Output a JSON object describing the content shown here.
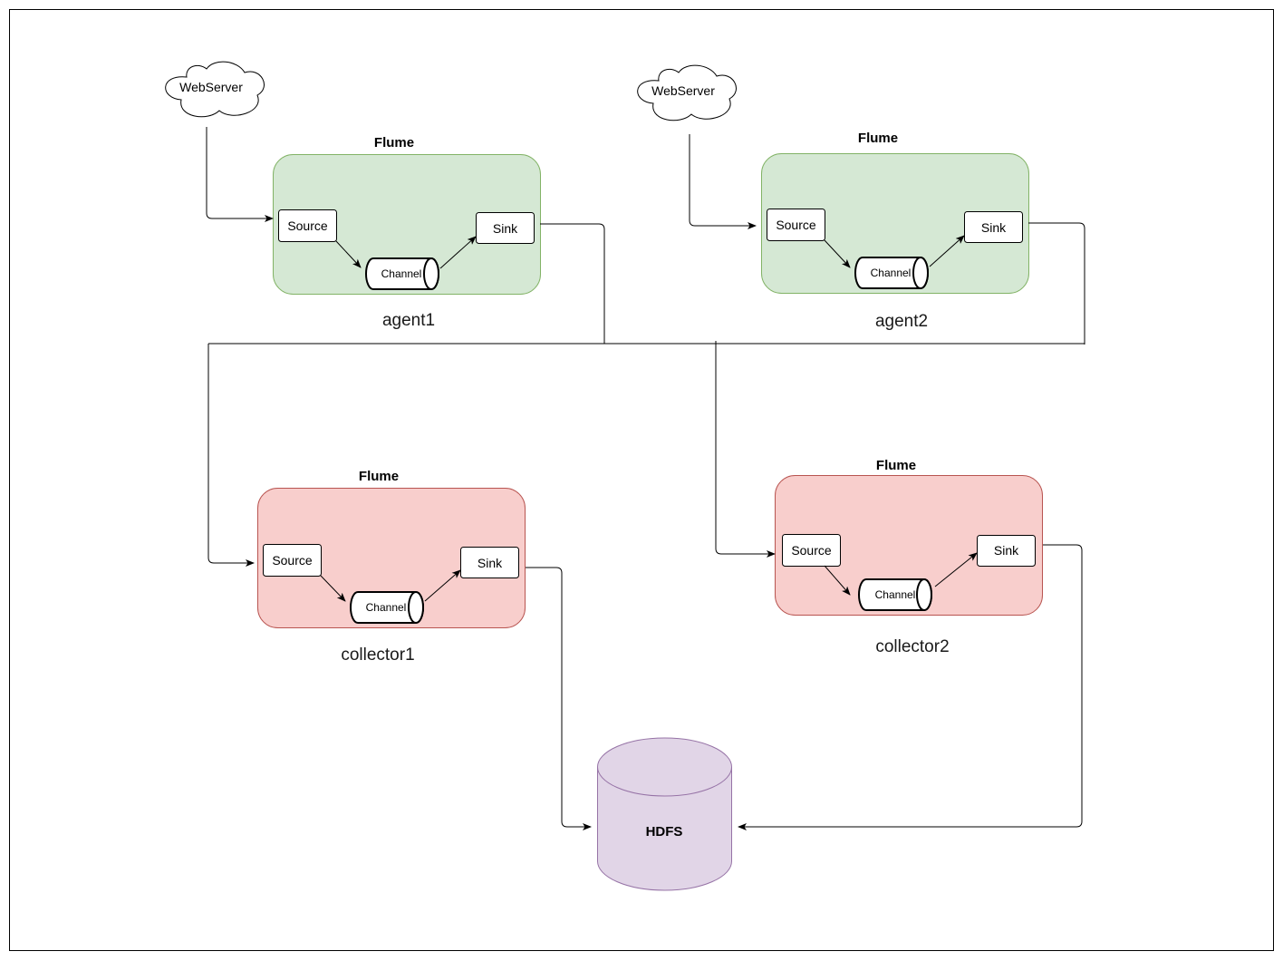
{
  "nodes": {
    "webserver1": "WebServer",
    "webserver2": "WebServer",
    "agent1": {
      "header": "Flume",
      "source": "Source",
      "channel": "Channel",
      "sink": "Sink",
      "caption": "agent1"
    },
    "agent2": {
      "header": "Flume",
      "source": "Source",
      "channel": "Channel",
      "sink": "Sink",
      "caption": "agent2"
    },
    "collector1": {
      "header": "Flume",
      "source": "Source",
      "channel": "Channel",
      "sink": "Sink",
      "caption": "collector1"
    },
    "collector2": {
      "header": "Flume",
      "source": "Source",
      "channel": "Channel",
      "sink": "Sink",
      "caption": "collector2"
    },
    "hdfs": "HDFS"
  },
  "colors": {
    "agent_fill": "#d5e8d4",
    "agent_stroke": "#82b366",
    "collector_fill": "#f8cecc",
    "collector_stroke": "#b85450",
    "hdfs_fill": "#e1d5e7",
    "hdfs_stroke": "#9673a6"
  },
  "edges": [
    {
      "from": "webserver1",
      "to": "agent1.source"
    },
    {
      "from": "webserver2",
      "to": "agent2.source"
    },
    {
      "from": "agent1.sink",
      "to": "collector1.source"
    },
    {
      "from": "agent1.sink",
      "to": "collector2.source"
    },
    {
      "from": "agent2.sink",
      "to": "collector1.source"
    },
    {
      "from": "agent2.sink",
      "to": "collector2.source"
    },
    {
      "from": "collector1.sink",
      "to": "hdfs"
    },
    {
      "from": "collector2.sink",
      "to": "hdfs"
    }
  ]
}
